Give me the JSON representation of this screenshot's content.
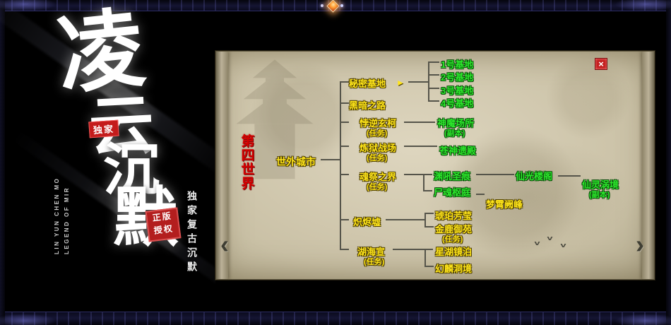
{
  "logo": {
    "char1": "凌",
    "char2": "云",
    "char3": "沉",
    "char4": "默",
    "stamp": "独家",
    "seal_line1": "正版",
    "seal_line2": "授权",
    "tagline_vertical": "独家复古沉默",
    "english1": "LIN YUN CHEN MO",
    "english2": "LEGEND OF MIR"
  },
  "panel": {
    "close": "×",
    "prev": "‹",
    "next": "›",
    "world_title": "第四世界",
    "root": "世外城市",
    "arrow": "►",
    "bird": "v"
  },
  "tree": {
    "n1": "秘密基地",
    "n2": "黑暗之路",
    "n3": "悖逆玄柯",
    "n3s": "(任务)",
    "n4": "炼狱战场",
    "n4s": "(任务)",
    "n5": "魂祭之界",
    "n5s": "(任务)",
    "n6": "炽烬墟",
    "n7": "湖海宣",
    "n7s": "(任务)",
    "b1": "1号基地",
    "b2": "2号基地",
    "b3": "3号基地",
    "b4": "4号基地",
    "g3": "神魔场所",
    "g3s": "(副本)",
    "g4": "苍神遗殿",
    "g5a": "渊吼圣痕",
    "g5b": "仙光楼阁",
    "g5c": "尸魂枢庭",
    "g5d": "梦霄阙峰",
    "g5e": "仙灵涡境",
    "g5es": "(副本)",
    "g6a": "琥珀芳莹",
    "g6b": "金鹿御苑",
    "g6bs": "(任务)",
    "g7a": "星湖镜泊",
    "g7b": "幻麟洞境"
  },
  "colors": {
    "yellow": "#ffe51a",
    "green": "#2ce82c",
    "red": "#d40000",
    "parchment": "#cfc7b0"
  }
}
